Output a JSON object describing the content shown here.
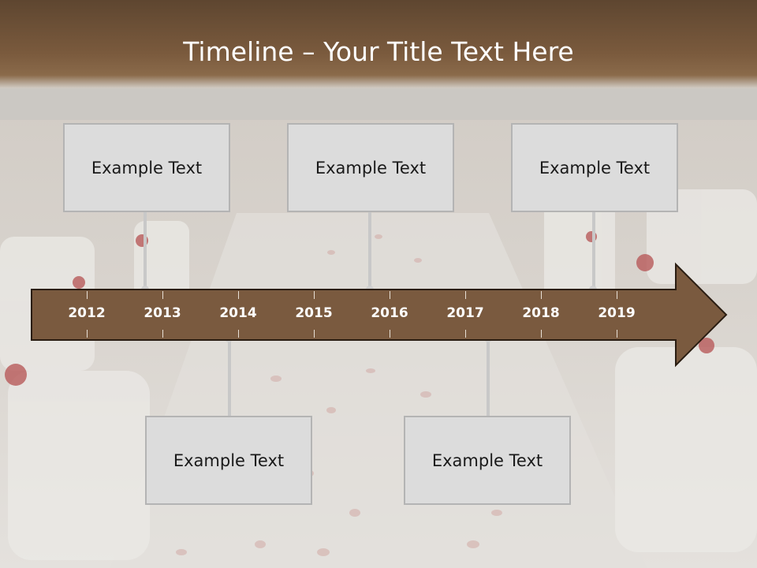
{
  "slide": {
    "title": "Timeline – Your Title Text Here",
    "years": [
      "2012",
      "2013",
      "2014",
      "2015",
      "2016",
      "2017",
      "2018",
      "2019"
    ],
    "top_boxes": [
      "Example Text",
      "Example Text",
      "Example Text"
    ],
    "bottom_boxes": [
      "Example Text",
      "Example Text"
    ]
  },
  "colors": {
    "header": "#6b4f36",
    "arrow_fill": "#7a5a3f",
    "arrow_stroke": "#2a1d12",
    "box_fill": "#dcdcdc",
    "box_border": "#b4b4b4",
    "connector": "#c8c8c8"
  }
}
